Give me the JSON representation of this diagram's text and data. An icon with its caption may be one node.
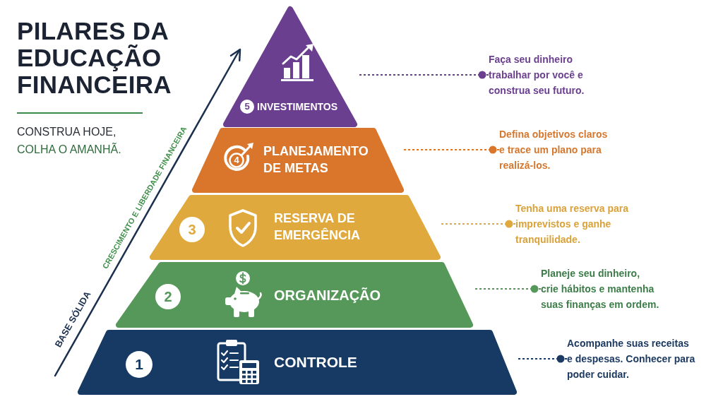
{
  "diagram": {
    "title": "PILARES DA EDUCAÇÃO FINANCEIRA",
    "nodes": [
      {
        "text": [
          "5",
          "INVESTIMENTOS"
        ]
      },
      {
        "text": [
          "4",
          "PLANEJAMENTO DE METAS"
        ]
      },
      {
        "text": [
          "3",
          "RESERVA DE EMERGÊNCIA"
        ]
      },
      {
        "text": [
          "2",
          "ORGANIZAÇÃO"
        ]
      },
      {
        "text": [
          "1",
          "CONTROLE"
        ]
      },
      {
        "text": [
          "Faça seu dinheiro trabalhar por você e construa seu futuro."
        ]
      },
      {
        "text": [
          "Defina objetivos claros e trace um plano para realizá-los."
        ]
      },
      {
        "text": [
          "Tenha uma reserva para imprevistos e ganhe tranquilidade."
        ]
      },
      {
        "text": [
          "Planeje seu dinheiro, crie hábitos e mantenha suas finanças em ordem."
        ]
      },
      {
        "text": [
          "Acompanhe suas receitas e despesas. Conhecer para poder cuidar."
        ]
      }
    ],
    "edges": [
      {
        "from": 5,
        "to": 0,
        "arrow": "other",
        "style": "dashed",
        "color": "#6b3f8f"
      },
      {
        "from": 6,
        "to": 1,
        "arrow": "other",
        "style": "dashed",
        "color": "#d9762b"
      },
      {
        "from": 7,
        "to": 2,
        "arrow": "other",
        "style": "dashed",
        "color": "#e0a93e"
      },
      {
        "from": 8,
        "to": 3,
        "arrow": "other",
        "style": "dashed",
        "color": "#55985a"
      },
      {
        "from": 9,
        "to": 4,
        "arrow": "other",
        "style": "dashed",
        "color": "#1d3a63"
      }
    ],
    "labels": [
      "CONSTRUA HOJE,",
      "COLHA O AMANHÃ.",
      "CRESCIMENTO E LIBERDADE FINANCEIRA",
      "BASE SÓLIDA"
    ]
  }
}
